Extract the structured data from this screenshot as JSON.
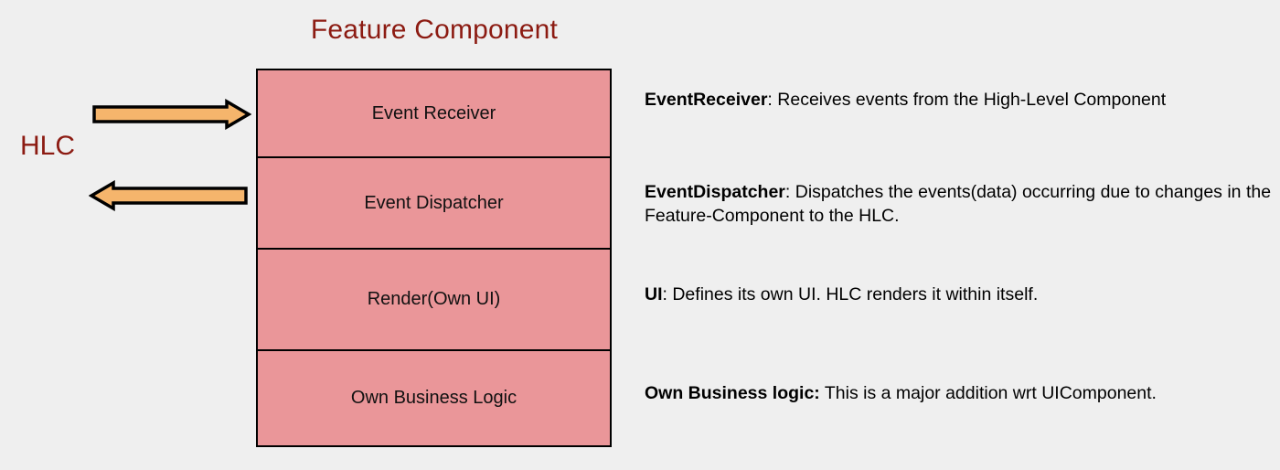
{
  "diagram": {
    "title": "Feature Component",
    "title_color": "#8c1b12",
    "background_color": "#efefef",
    "box_fill_color": "#ea9699",
    "box_border_color": "#000000",
    "arrow_fill_color": "#f5b56c",
    "arrow_border_color": "#000000"
  },
  "external": {
    "hlc_label": "HLC"
  },
  "arrows": [
    {
      "name": "hlc-to-component",
      "direction": "right"
    },
    {
      "name": "component-to-hlc",
      "direction": "left"
    }
  ],
  "component_stack": {
    "rows": [
      {
        "label": "Event Receiver"
      },
      {
        "label": "Event Dispatcher"
      },
      {
        "label": "Render(Own UI)"
      },
      {
        "label": "Own Business Logic"
      }
    ]
  },
  "descriptions": [
    {
      "term": "EventReceiver",
      "separator": ": ",
      "text": "Receives events from the High-Level Component"
    },
    {
      "term": "EventDispatcher",
      "separator": ": ",
      "text": "Dispatches the events(data) occurring due to changes in the Feature-Component to the HLC."
    },
    {
      "term": "UI",
      "separator": ": ",
      "text": "Defines its own UI. HLC renders it within itself."
    },
    {
      "term": "Own Business logic:",
      "separator": "  ",
      "text": "This is a major addition wrt UIComponent."
    }
  ]
}
